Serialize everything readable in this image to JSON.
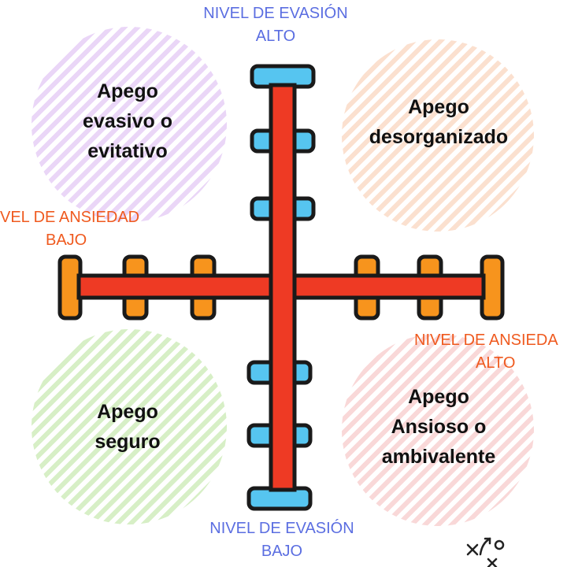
{
  "quadrants": {
    "top_left": [
      "Apego",
      "evasivo o",
      "evitativo"
    ],
    "top_right": [
      "Apego",
      "desorganizado"
    ],
    "bottom_left": [
      "Apego",
      "seguro"
    ],
    "bottom_right": [
      "Apego",
      "Ansioso o",
      "ambivalente"
    ]
  },
  "axes": {
    "evasion_high": [
      "NIVEL DE EVASIÓN",
      "ALTO"
    ],
    "evasion_low": [
      "NIVEL DE EVASIÓN",
      "BAJO"
    ],
    "anxiety_low": [
      "VEL DE ANSIEDAD",
      "BAJO"
    ],
    "anxiety_high": [
      "NIVEL DE ANSIEDA",
      "ALTO"
    ]
  },
  "colors": {
    "axis_red": "#ee3a24",
    "vertical_handles": "#56c5f0",
    "horizontal_handles": "#f7941d",
    "evasion_text": "#5b6ee1",
    "anxiety_text": "#ef5a1f"
  },
  "icons": [
    "plan-diagram-icon"
  ]
}
